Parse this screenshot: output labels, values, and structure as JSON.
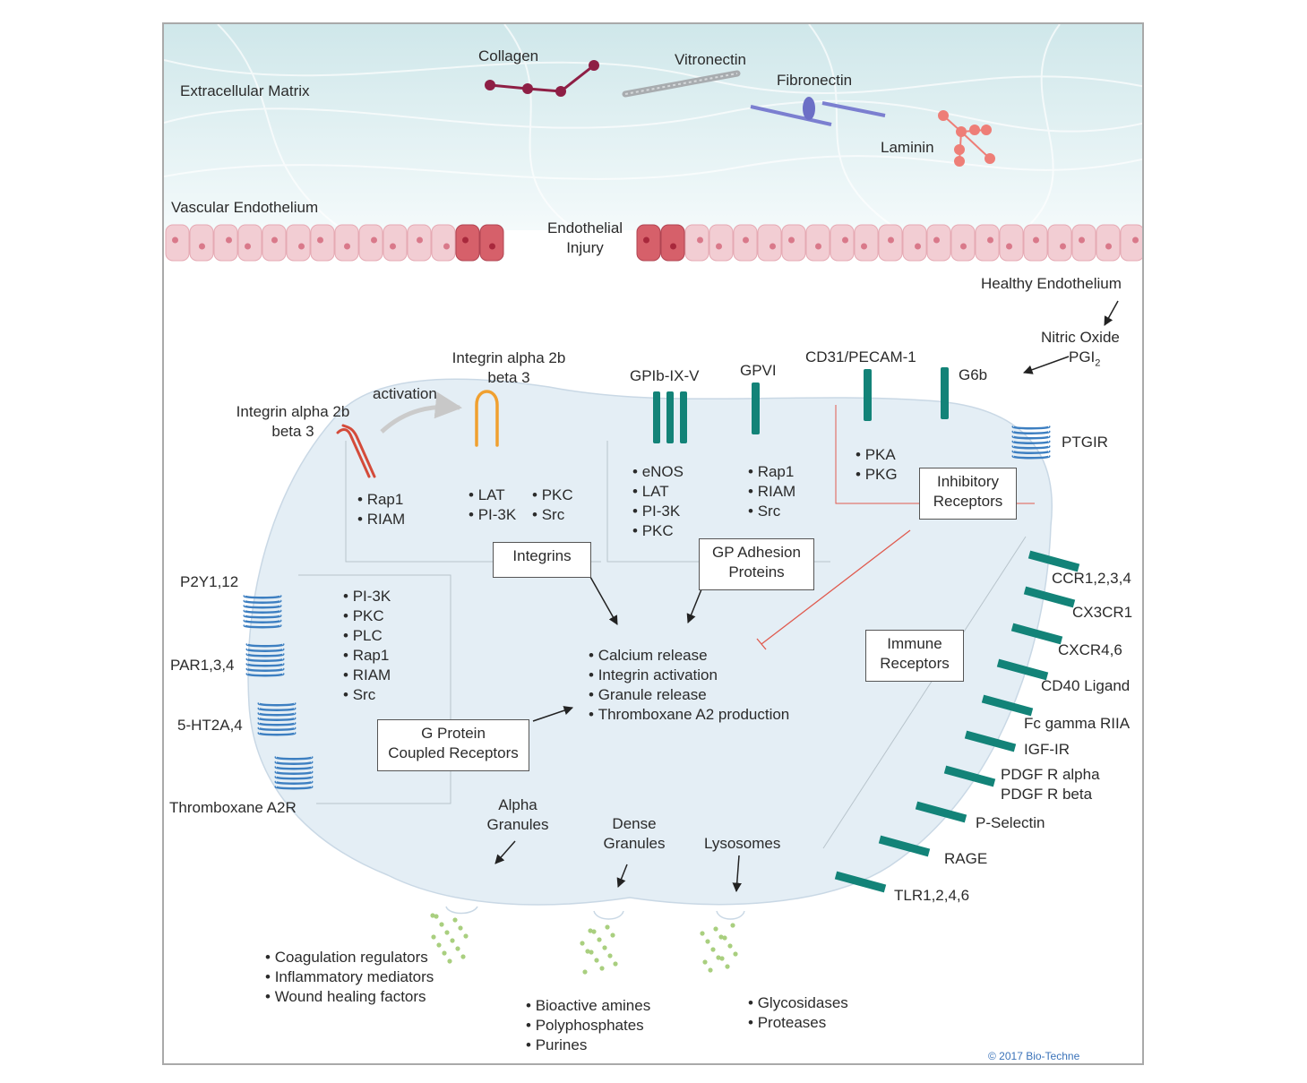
{
  "ecm": {
    "title": "Extracellular Matrix",
    "collagen": "Collagen",
    "vitronectin": "Vitronectin",
    "fibronectin": "Fibronectin",
    "laminin": "Laminin"
  },
  "endothelium": {
    "title": "Vascular Endothelium",
    "injury_l1": "Endothelial",
    "injury_l2": "Injury",
    "healthy": "Healthy Endothelium",
    "nitric_oxide": "Nitric Oxide",
    "pgi": "PGI",
    "pgi_sub": "2"
  },
  "integrins": {
    "inactive_l1": "Integrin alpha 2b",
    "inactive_l2": "beta 3",
    "activation": "activation",
    "active_l1": "Integrin alpha 2b",
    "active_l2": "beta 3",
    "signals_a": [
      "Rap1",
      "RIAM"
    ],
    "signals_b": [
      "LAT",
      "PI-3K"
    ],
    "signals_c": [
      "PKC",
      "Src"
    ],
    "box": "Integrins"
  },
  "gp_adhesion": {
    "gpib": "GPIb-IX-V",
    "gpvi": "GPVI",
    "signals_a": [
      "eNOS",
      "LAT",
      "PI-3K",
      "PKC"
    ],
    "signals_b": [
      "Rap1",
      "RIAM",
      "Src"
    ],
    "box_l1": "GP Adhesion",
    "box_l2": "Proteins"
  },
  "inhibitory": {
    "cd31": "CD31/PECAM-1",
    "g6b": "G6b",
    "ptgir": "PTGIR",
    "signals": [
      "PKA",
      "PKG"
    ],
    "box_l1": "Inhibitory",
    "box_l2": "Receptors"
  },
  "gpcr": {
    "receptors": [
      "P2Y1,12",
      "PAR1,3,4",
      "5-HT2A,4",
      "Thromboxane A2R"
    ],
    "signals": [
      "PI-3K",
      "PKC",
      "PLC",
      "Rap1",
      "RIAM",
      "Src"
    ],
    "box_l1": "G Protein",
    "box_l2": "Coupled Receptors"
  },
  "responses": [
    "Calcium release",
    "Integrin activation",
    "Granule release",
    "Thromboxane A2 production"
  ],
  "immune": {
    "box_l1": "Immune",
    "box_l2": "Receptors",
    "receptors": [
      "CCR1,2,3,4",
      "CX3CR1",
      "CXCR4,6",
      "CD40 Ligand",
      "Fc gamma RIIA",
      "IGF-IR",
      "PDGF R alpha",
      "PDGF R beta",
      "P-Selectin",
      "RAGE",
      "TLR1,2,4,6"
    ]
  },
  "granules": {
    "alpha_l1": "Alpha",
    "alpha_l2": "Granules",
    "dense_l1": "Dense",
    "dense_l2": "Granules",
    "lysosomes": "Lysosomes",
    "alpha_contents": [
      "Coagulation regulators",
      "Inflammatory mediators",
      "Wound healing factors"
    ],
    "dense_contents": [
      "Bioactive amines",
      "Polyphosphates",
      "Purines"
    ],
    "lysosome_contents": [
      "Glycosidases",
      "Proteases"
    ]
  },
  "copyright": "© 2017 Bio-Techne",
  "colors": {
    "receptor_teal": "#138378",
    "gpcr_blue": "#3d7fc1",
    "integrin_red": "#d44b3a",
    "integrin_orange": "#f0a030",
    "inhibit_red": "#e05a4e",
    "cell_fill": "#e4eef5",
    "collagen": "#8e1f45",
    "fibronectin": "#7b7fd0",
    "laminin": "#ee7e77",
    "granule_green": "#a9cf7f"
  }
}
